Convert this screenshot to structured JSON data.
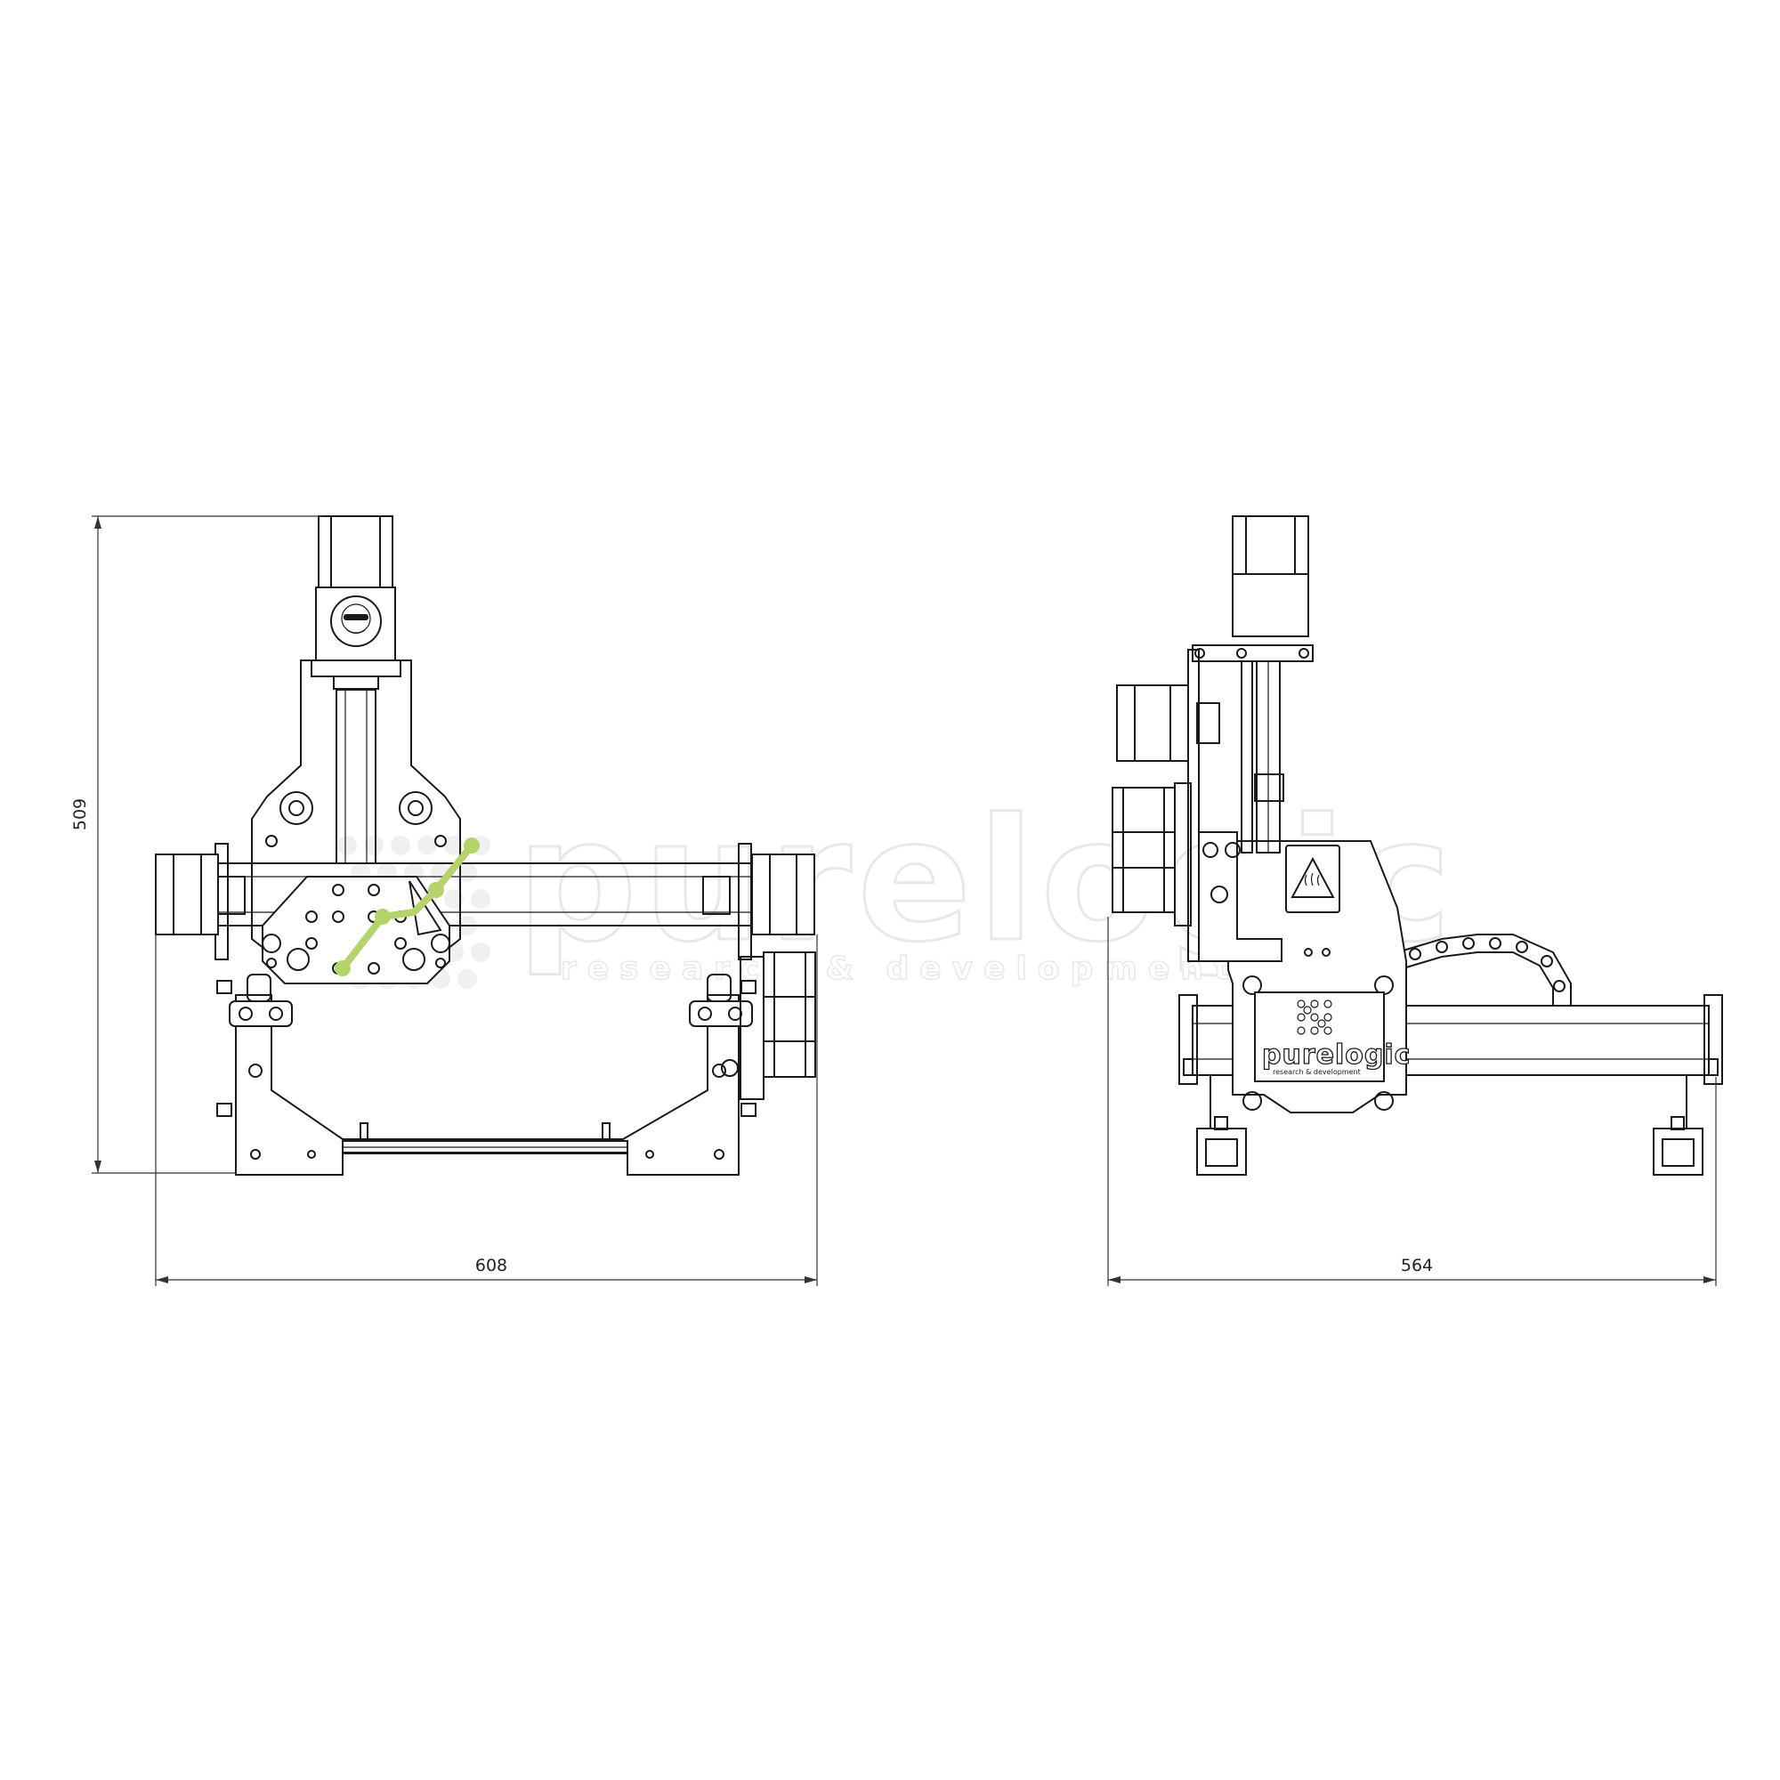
{
  "dimensions": {
    "height_front": "509",
    "width_front": "608",
    "width_side": "564"
  },
  "watermark": {
    "logo_text": "purelogic",
    "tagline": "research & development",
    "accent_color": "#b5d36b"
  },
  "side_panel_logo": {
    "logo_text": "purelogic",
    "tagline": "research & development"
  },
  "colors": {
    "line": "#1a1a1a",
    "watermark_outline": "#e8e8e8",
    "background": "#ffffff"
  }
}
